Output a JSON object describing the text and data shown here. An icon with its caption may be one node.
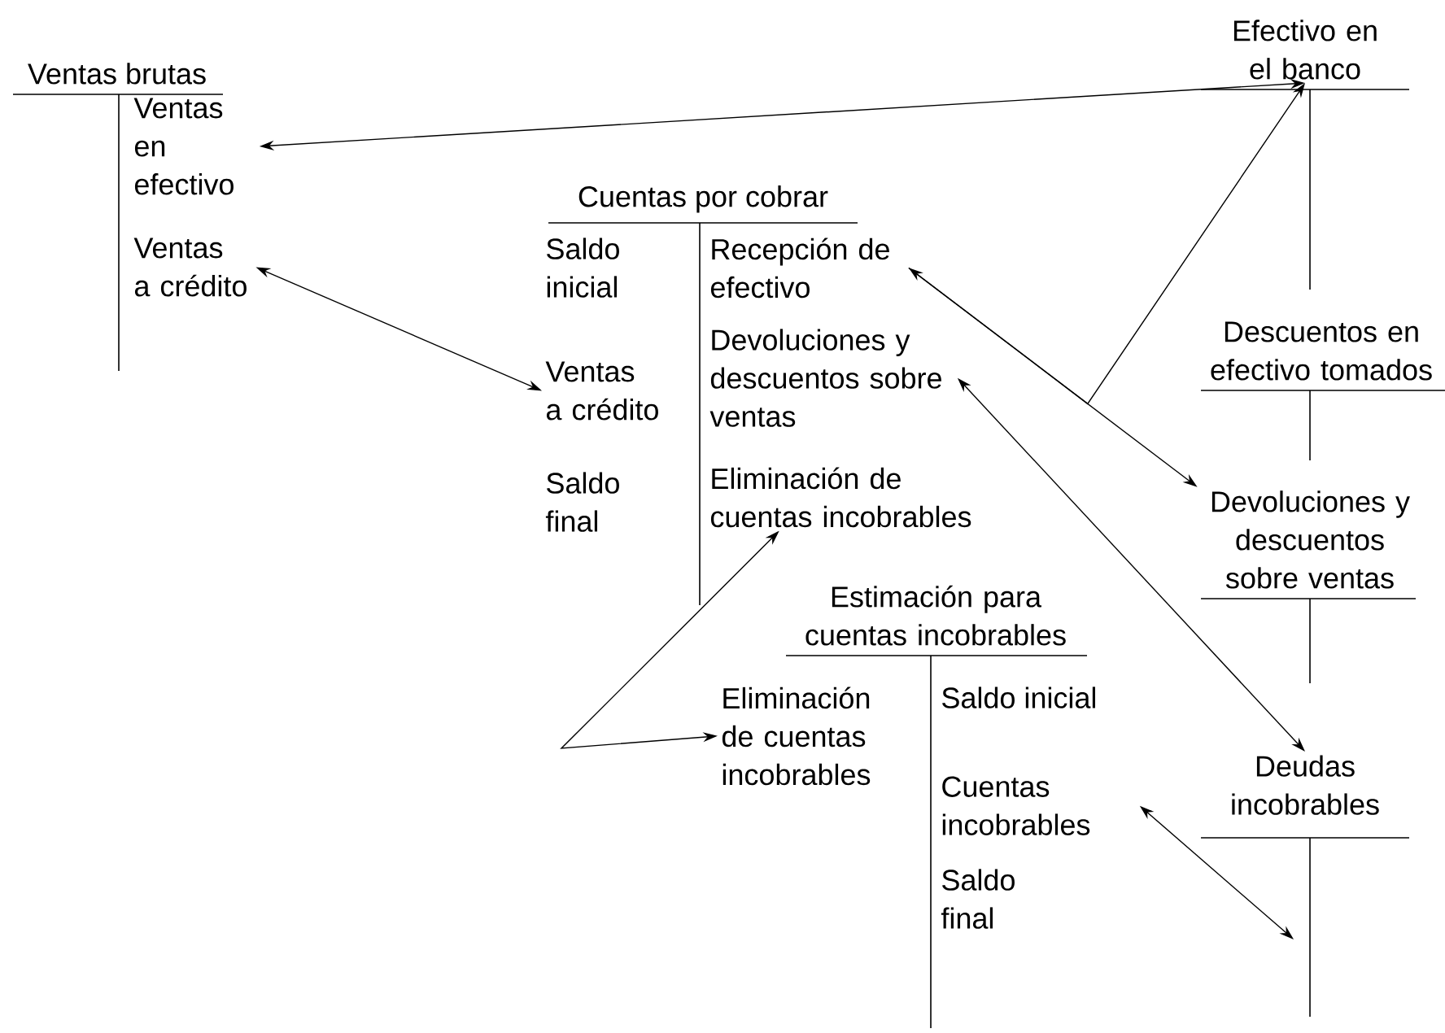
{
  "diagram": {
    "nodes": [
      {
        "text": [
          "Ventas brutas"
        ]
      },
      {
        "text": [
          "Ventas en efectivo"
        ]
      },
      {
        "text": [
          "Ventas a crédito"
        ]
      },
      {
        "text": [
          "Cuentas por cobrar"
        ]
      },
      {
        "text": [
          "Saldo inicial"
        ]
      },
      {
        "text": [
          "Ventas a crédito"
        ]
      },
      {
        "text": [
          "Saldo final"
        ]
      },
      {
        "text": [
          "Recepción de efectivo"
        ]
      },
      {
        "text": [
          "Devoluciones y descuentos sobre ventas"
        ]
      },
      {
        "text": [
          "Eliminación de cuentas incobrables"
        ]
      },
      {
        "text": [
          "Efectivo en el banco"
        ]
      },
      {
        "text": [
          "Descuentos en efectivo tomados"
        ]
      },
      {
        "text": [
          "Devoluciones y descuentos sobre ventas"
        ]
      },
      {
        "text": [
          "Estimación para cuentas incobrables"
        ]
      },
      {
        "text": [
          "Eliminación de cuentas incobrables"
        ]
      },
      {
        "text": [
          "Saldo inicial"
        ]
      },
      {
        "text": [
          "Cuentas incobrables"
        ]
      },
      {
        "text": [
          "Saldo final"
        ]
      },
      {
        "text": [
          "Deudas incobrables"
        ]
      }
    ],
    "edges": [
      {
        "from": 1,
        "to": 10,
        "arrow": "both"
      },
      {
        "from": 2,
        "to": 5,
        "arrow": "both"
      },
      {
        "from": 7,
        "to": 12,
        "arrow": "both"
      },
      {
        "from": 7,
        "to": 10,
        "arrow": "to"
      },
      {
        "from": 8,
        "to": 18,
        "arrow": "both"
      },
      {
        "from": 9,
        "to": 14,
        "arrow": "both"
      },
      {
        "from": 16,
        "to": 18,
        "arrow": "both"
      }
    ]
  }
}
